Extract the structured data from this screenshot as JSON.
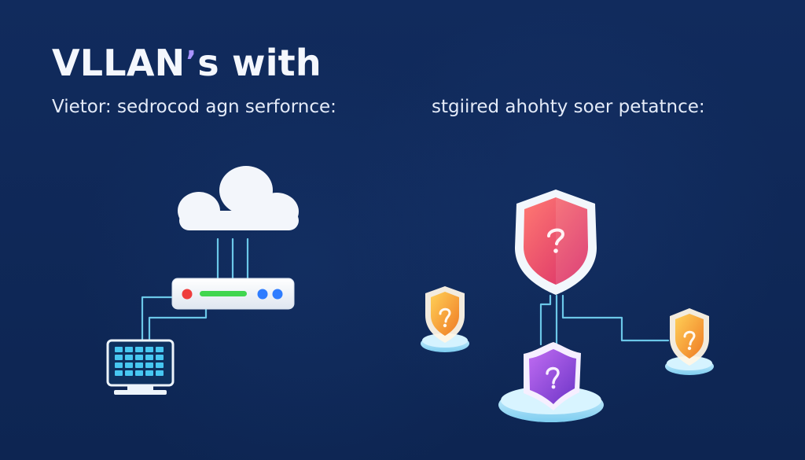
{
  "title_parts": {
    "before": "VLLAN",
    "accent": "’",
    "after": "s with"
  },
  "subtitle_left": "Vietor: sedrocod agn serfornce:",
  "subtitle_right": "stgiired ahohty soer petatnce:",
  "icons": {
    "cloud": "cloud-icon",
    "router": "router-icon",
    "computer": "computer-icon",
    "shield_main": "shield-icon",
    "shield_left": "shield-icon",
    "shield_bottom": "shield-icon",
    "shield_right": "shield-icon"
  },
  "colors": {
    "background": "#0e2755",
    "line": "#6bc7e8",
    "title": "#f4f7fd",
    "subtitle": "#e4ebf8",
    "accent": "#a993ff",
    "cloud": "#f3f6fb",
    "router_body": "#f3f5f9",
    "router_led_green": "#41d64f",
    "router_led_red": "#ef3d3d",
    "router_led_blue": "#2e7cff",
    "computer_screen": "#123e78",
    "computer_keys": "#47c7f1",
    "shield_red": "#ef4866",
    "shield_orange": "#f7a62a",
    "shield_purple": "#9b44d6",
    "base_blue": "#a9def6"
  }
}
